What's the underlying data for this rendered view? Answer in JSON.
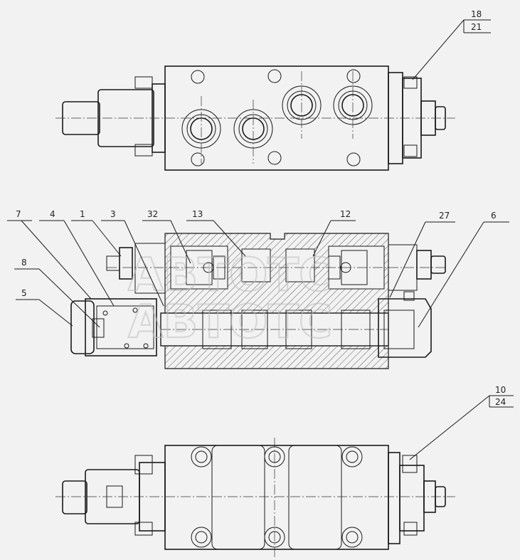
{
  "figure": {
    "callouts_top": [
      {
        "upper": "18",
        "lower": "21"
      }
    ],
    "callouts_middle": [
      "7",
      "4",
      "1",
      "3",
      "32",
      "13",
      "12",
      "27",
      "6",
      "8",
      "5"
    ],
    "callouts_bottom": [
      {
        "upper": "10",
        "lower": "24"
      }
    ],
    "watermark": "ABTOTC"
  }
}
